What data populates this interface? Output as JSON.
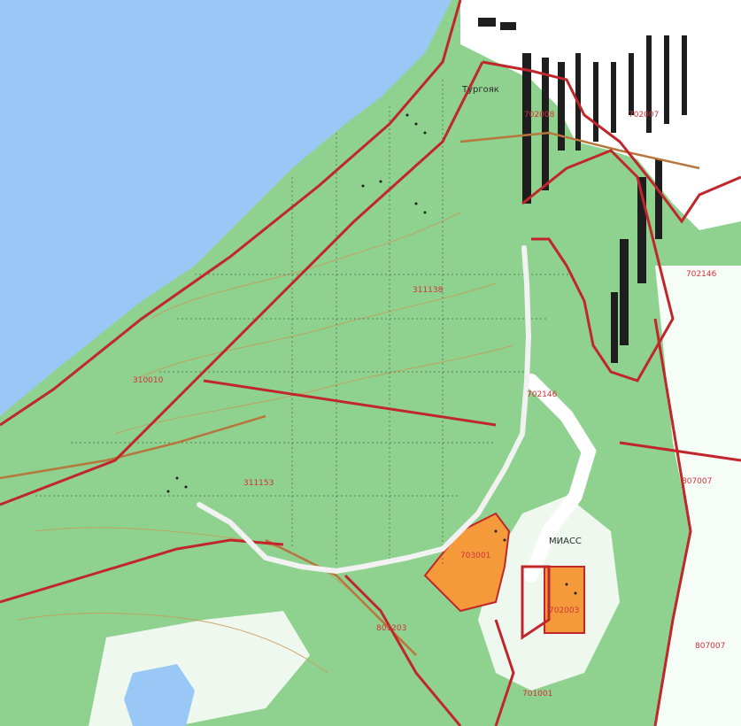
{
  "map": {
    "colors": {
      "water": "#99c8f6",
      "forest": "#8fd18f",
      "forest_dark": "#6fbf6f",
      "open_land": "#ffffff",
      "boundary": "#c0262b",
      "road_brown": "#b7763d",
      "contour": "#c79a5a",
      "highlight_route": "#f2f2f2",
      "settlement_block": "#1e1e1e",
      "orange_plot": "#f59a3b"
    },
    "labels": {
      "town_turgoyak": "Тургояк",
      "town_miass": "МИАСС",
      "parcel_311138": "311138",
      "parcel_310010": "310010",
      "parcel_311153": "311153",
      "parcel_702146_a": "702146",
      "parcel_702146_b": "702146",
      "parcel_807007_a": "807007",
      "parcel_807007_b": "807007",
      "parcel_801203": "801203",
      "parcel_701001": "701001",
      "parcel_703001": "703001",
      "parcel_702008": "702008",
      "parcel_702007": "702007",
      "parcel_702003": "702003"
    },
    "icons": [
      "map-icon"
    ]
  }
}
